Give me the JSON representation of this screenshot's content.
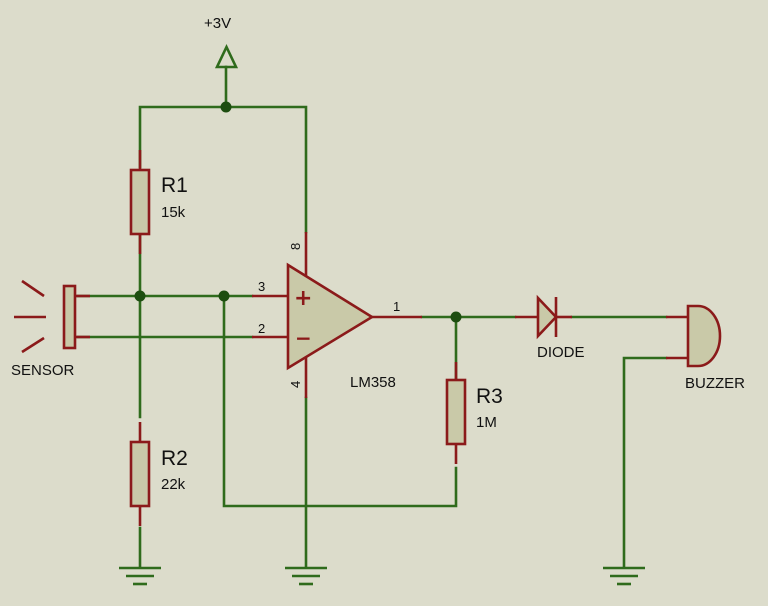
{
  "supply": {
    "label": "+3V"
  },
  "resistors": [
    {
      "ref": "R1",
      "value": "15k"
    },
    {
      "ref": "R2",
      "value": "22k"
    },
    {
      "ref": "R3",
      "value": "1M"
    }
  ],
  "opamp": {
    "part": "LM358",
    "pins": {
      "noninv": "3",
      "inv": "2",
      "out": "1",
      "vcc": "8",
      "gnd": "4"
    },
    "plus_sign": "+",
    "minus_sign": "−"
  },
  "sensor": {
    "label": "SENSOR"
  },
  "diode": {
    "label": "DIODE"
  },
  "buzzer": {
    "label": "BUZZER"
  }
}
